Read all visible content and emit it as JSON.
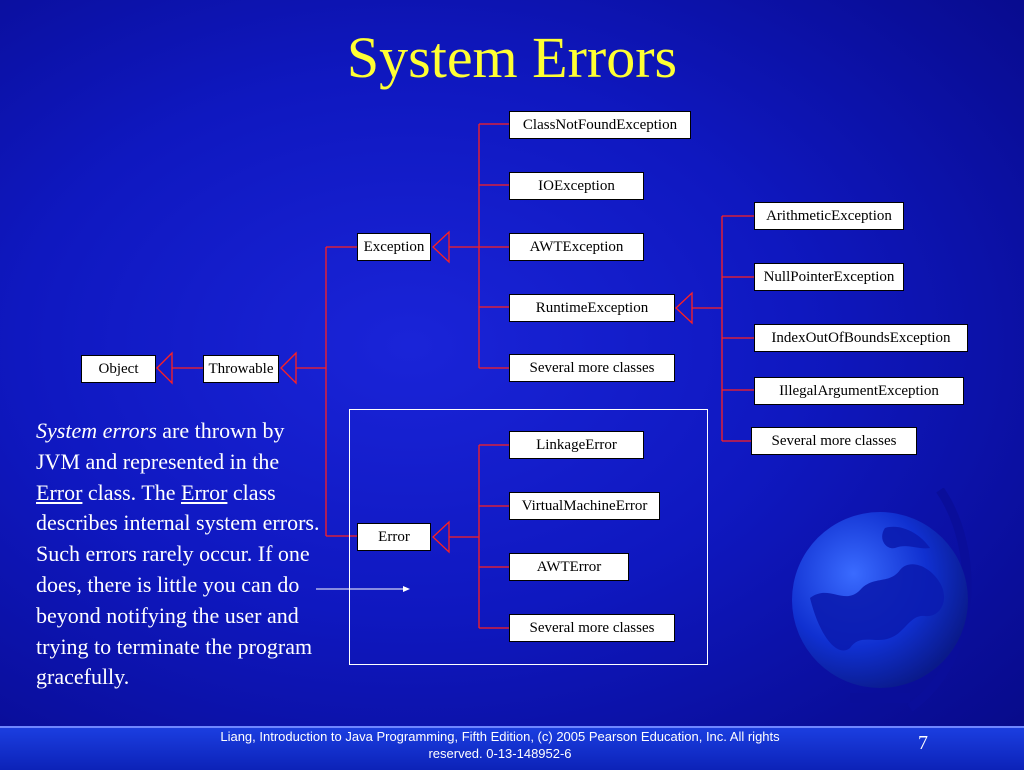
{
  "title": "System Errors",
  "classes": {
    "object": "Object",
    "throwable": "Throwable",
    "exception": "Exception",
    "error": "Error",
    "class_not_found": "ClassNotFoundException",
    "io_exception": "IOException",
    "awt_exception": "AWTException",
    "runtime_exception": "RuntimeException",
    "several_more_exception": "Several more classes",
    "arithmetic": "ArithmeticException",
    "null_pointer": "NullPointerException",
    "index_out_of_bounds": "IndexOutOfBoundsException",
    "illegal_argument": "IllegalArgumentException",
    "several_more_runtime": "Several more classes",
    "linkage_error": "LinkageError",
    "virtual_machine_error": "VirtualMachineError",
    "awt_error": "AWTError",
    "several_more_error": "Several more classes"
  },
  "description": {
    "em": "System errors",
    "t1": " are thrown by JVM and represented in the ",
    "link1": "Error",
    "t2": " class. The ",
    "link2": "Error",
    "t3": " class describes internal system errors. Such errors rarely occur. If one does, there is little you can do beyond notifying the user and trying to terminate the program gracefully."
  },
  "footer": {
    "text": "Liang, Introduction to Java Programming, Fifth Edition, (c) 2005 Pearson Education, Inc. All rights reserved. 0-13-148952-6",
    "page": "7"
  },
  "colors": {
    "title": "#ffff33",
    "connector": "#ff2020",
    "background": "#0f18c0"
  },
  "icons": {
    "globe": "globe-icon"
  }
}
